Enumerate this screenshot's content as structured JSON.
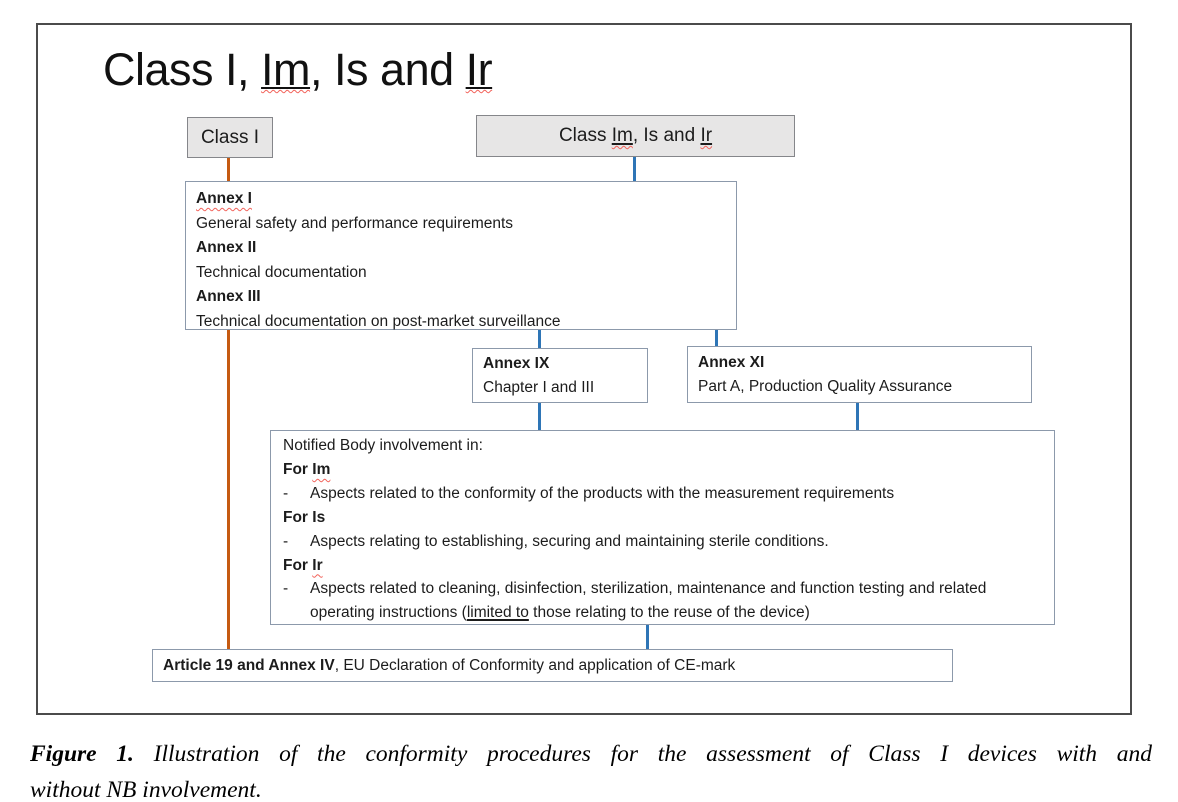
{
  "colors": {
    "connector_orange": "#c55a11",
    "connector_blue": "#2e75b6",
    "class_box_fill": "#e7e6e6"
  },
  "diagram": {
    "title": {
      "pre": "Class I, ",
      "im": "Im",
      "mid": ", Is and ",
      "ir": "Ir"
    },
    "class1": {
      "label": "Class I"
    },
    "class_im": {
      "pre": "Class ",
      "im": "Im",
      "mid": ", Is and ",
      "ir": "Ir"
    },
    "annex_main": {
      "items": [
        {
          "label": "Annex I",
          "desc": "General safety and performance requirements"
        },
        {
          "label": "Annex II",
          "desc": "Technical documentation"
        },
        {
          "label": "Annex III",
          "desc": "Technical documentation on post-market surveillance"
        }
      ]
    },
    "annex_ix": {
      "label": "Annex IX",
      "desc": "Chapter I and III"
    },
    "annex_xi": {
      "label": "Annex XI",
      "desc": "Part A, Production Quality Assurance"
    },
    "notified_body": {
      "intro": "Notified Body involvement in:",
      "bullet_char": "-",
      "for_im_pre": "For ",
      "for_im_tok": "Im",
      "im_bullet": "Aspects related to the conformity of the products with the measurement requirements",
      "for_is": "For Is",
      "is_bullet": "Aspects relating to establishing, securing and maintaining sterile conditions.",
      "for_ir_pre": "For ",
      "for_ir_tok": "Ir",
      "ir_bullet_a": "Aspects related to cleaning, disinfection, sterilization, maintenance and function testing and related operating instructions (",
      "ir_bullet_u": "limited to",
      "ir_bullet_b": " those relating to the reuse of the device)"
    },
    "article": {
      "label": "Article 19 and Annex IV",
      "rest": ", EU Declaration of Conformity and application of CE-mark"
    }
  },
  "caption": {
    "label": "Figure 1.",
    "line1_rest": "Illustration of the conformity procedures for the assessment of Class I devices with and",
    "line2": "without NB involvement."
  }
}
